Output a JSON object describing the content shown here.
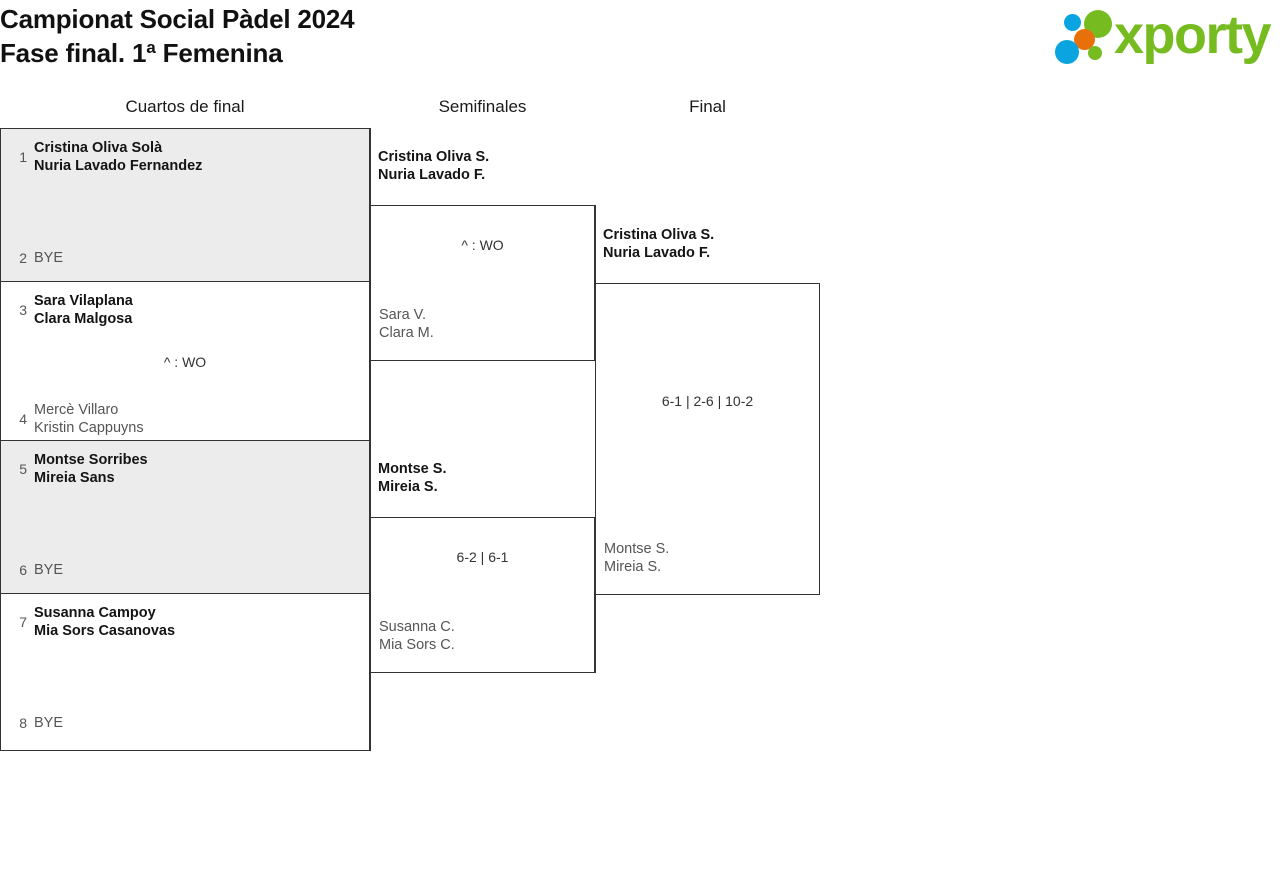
{
  "header": {
    "title_line1": "Campionat Social Pàdel 2024",
    "title_line2": "Fase final. 1ª Femenina",
    "logo_word": "xporty",
    "logo_colors": {
      "blue": "#0aa5e0",
      "orange": "#e8700a",
      "green": "#76bc21"
    }
  },
  "rounds": [
    {
      "id": "quarterfinals",
      "label": "Cuartos de final"
    },
    {
      "id": "semifinals",
      "label": "Semifinales"
    },
    {
      "id": "final",
      "label": "Final"
    }
  ],
  "quarterfinals": [
    {
      "shaded": true,
      "score": "",
      "top": {
        "seed": "1",
        "line1": "Cristina Oliva Solà",
        "line2": "Nuria Lavado Fernandez",
        "state": "winner"
      },
      "bottom": {
        "seed": "2",
        "line1": "BYE",
        "line2": "",
        "state": "bye"
      }
    },
    {
      "shaded": false,
      "score": "^ : WO",
      "top": {
        "seed": "3",
        "line1": "Sara Vilaplana",
        "line2": "Clara Malgosa",
        "state": "winner"
      },
      "bottom": {
        "seed": "4",
        "line1": "Mercè Villaro",
        "line2": "Kristin Cappuyns",
        "state": "loser"
      }
    },
    {
      "shaded": true,
      "score": "",
      "top": {
        "seed": "5",
        "line1": "Montse Sorribes",
        "line2": "Mireia Sans",
        "state": "winner"
      },
      "bottom": {
        "seed": "6",
        "line1": "BYE",
        "line2": "",
        "state": "bye"
      }
    },
    {
      "shaded": false,
      "score": "",
      "top": {
        "seed": "7",
        "line1": "Susanna Campoy",
        "line2": "Mia Sors Casanovas",
        "state": "winner"
      },
      "bottom": {
        "seed": "8",
        "line1": "BYE",
        "line2": "",
        "state": "bye"
      }
    }
  ],
  "semifinals": [
    {
      "score": "^ : WO",
      "top": {
        "line1": "Cristina Oliva S.",
        "line2": "Nuria Lavado F.",
        "state": "winner"
      },
      "bottom": {
        "line1": "Sara V.",
        "line2": "Clara M.",
        "state": "loser"
      }
    },
    {
      "score": "6-2 | 6-1",
      "top": {
        "line1": "Montse S.",
        "line2": "Mireia S.",
        "state": "winner"
      },
      "bottom": {
        "line1": "Susanna C.",
        "line2": "Mia Sors C.",
        "state": "loser"
      }
    }
  ],
  "final": [
    {
      "score": "6-1 | 2-6 | 10-2",
      "top": {
        "line1": "Cristina Oliva S.",
        "line2": "Nuria Lavado F.",
        "state": "winner"
      },
      "bottom": {
        "line1": "Montse S.",
        "line2": "Mireia S.",
        "state": "loser"
      }
    }
  ]
}
